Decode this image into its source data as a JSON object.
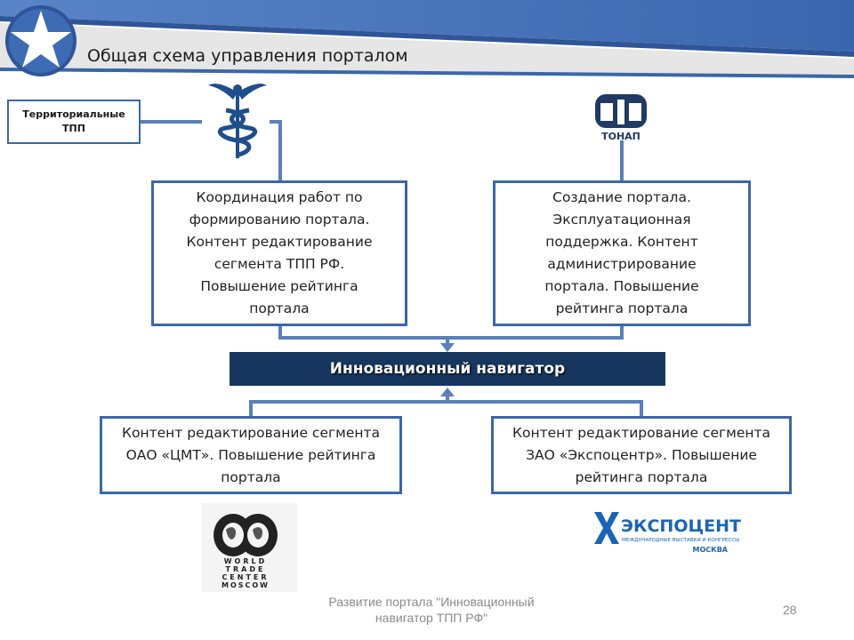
{
  "header": {
    "title": "Общая схема управления порталом"
  },
  "territorial_box": {
    "line1": "Территориальные",
    "line2": "ТПП"
  },
  "box_left": {
    "lines": [
      "Координация работ по",
      "формированию портала.",
      "Контент редактирование",
      "сегмента ТПП РФ.",
      "Повышение рейтинга",
      "портала"
    ]
  },
  "box_right": {
    "lines": [
      "Создание портала.",
      "Эксплуатационная",
      "поддержка. Контент",
      "администрирование",
      "портала. Повышение",
      "рейтинга портала"
    ]
  },
  "navigator": {
    "label": "Инновационный навигатор"
  },
  "box_bottom_left": {
    "lines": [
      "Контент редактирование сегмента",
      "ОАО «ЦМТ». Повышение рейтинга",
      "портала"
    ]
  },
  "box_bottom_right": {
    "lines": [
      "Контент редактирование сегмента",
      "ЗАО «Экспоцентр». Повышение",
      "рейтинга портала"
    ]
  },
  "logos": {
    "tonap": "ТОНАП",
    "wtc": [
      "WORLD",
      "TRADE",
      "CENTER",
      "MOSCOW"
    ],
    "expocentre": {
      "name": "ЭКСПОЦЕНТР",
      "tagline": "МЕЖДУНАРОДНЫЕ ВЫСТАВКИ И КОНГРЕССЫ",
      "city": "МОСКВА"
    }
  },
  "footer": {
    "line1": "Развитие портала \"Инновационный",
    "line2": "навигатор ТПП РФ\"",
    "page": "28"
  },
  "colors": {
    "accent": "#3a67a8",
    "navigator_bg": "#17375e",
    "header_band": "#4472c4"
  }
}
